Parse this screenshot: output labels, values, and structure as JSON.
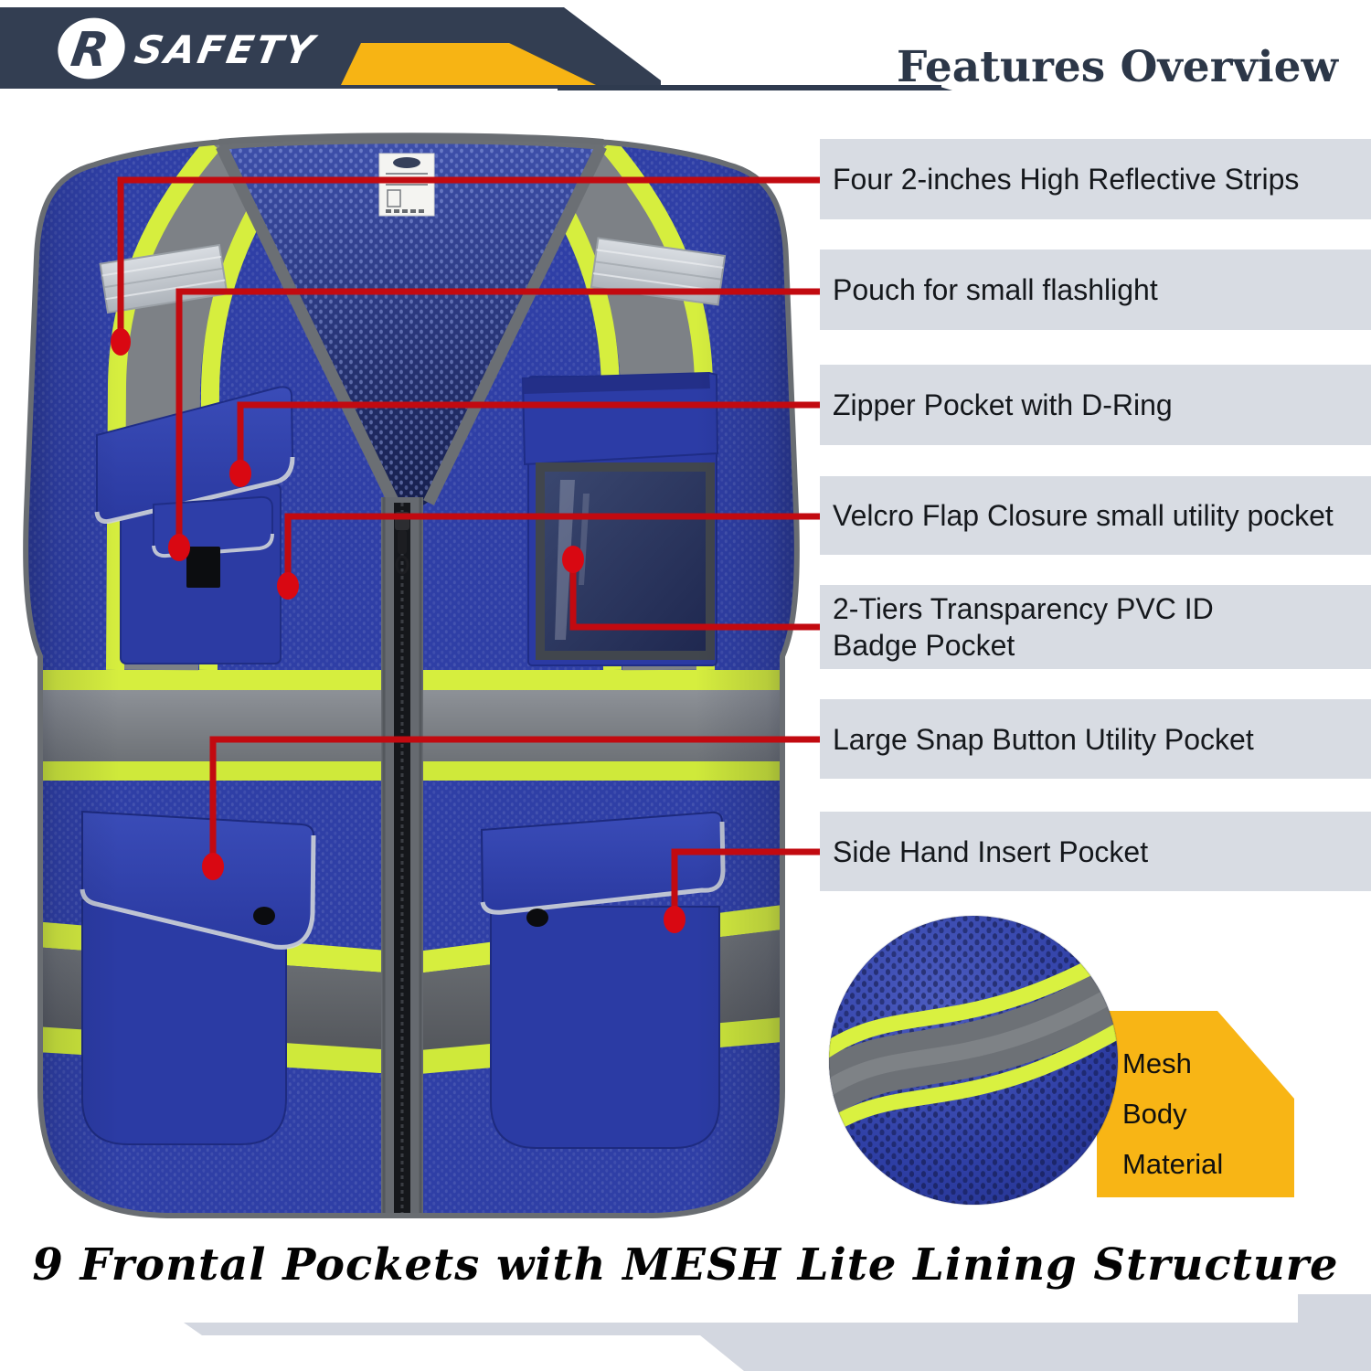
{
  "header": {
    "logo_text": "SAFETY",
    "title": "Features Overview"
  },
  "callouts": [
    {
      "label": "Four 2-inches High Reflective Strips"
    },
    {
      "label": "Pouch for small flashlight"
    },
    {
      "label": "Zipper Pocket with D-Ring"
    },
    {
      "label": "Velcro Flap Closure small utility pocket"
    },
    {
      "label": "2-Tiers Transparency PVC ID Badge Pocket"
    },
    {
      "label": "Large Snap Button Utility Pocket"
    },
    {
      "label": "Side Hand Insert Pocket"
    }
  ],
  "inset": {
    "label_lines": [
      "Mesh",
      "Body",
      "Material"
    ]
  },
  "caption": "9 Frontal Pockets with MESH Lite Lining Structure",
  "colors": {
    "vest_blue": "#2f3fa6",
    "lime": "#d6ee3e",
    "reflective_gray": "#7b7f85",
    "callout_red": "#c20a10",
    "dot_red": "#d90812",
    "accent_yellow": "#f7b414",
    "navy": "#333e52",
    "label_bg": "#d8dce3"
  }
}
